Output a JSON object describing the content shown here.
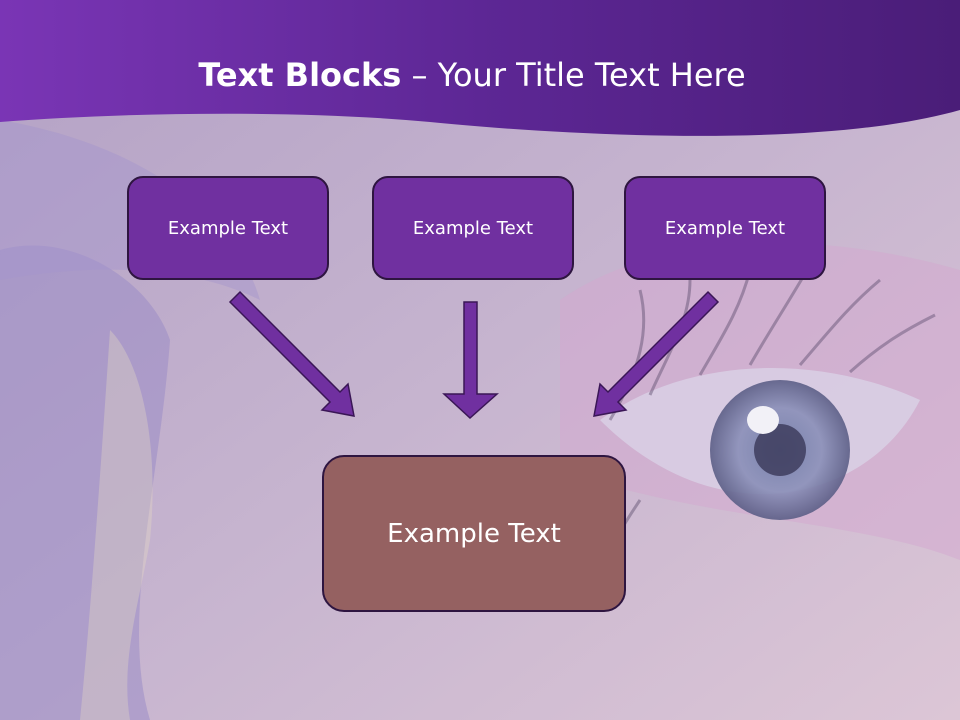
{
  "title": {
    "bold": "Text Blocks",
    "rest": " – Your Title Text Here"
  },
  "blocks": {
    "top": [
      "Example Text",
      "Example Text",
      "Example Text"
    ],
    "bottom": "Example Text"
  },
  "colors": {
    "header_band": "#5b2590",
    "top_box_fill": "#7030a0",
    "bottom_box_fill": "#956161",
    "arrow_fill": "#7030a0",
    "box_border": "#2e1540"
  }
}
